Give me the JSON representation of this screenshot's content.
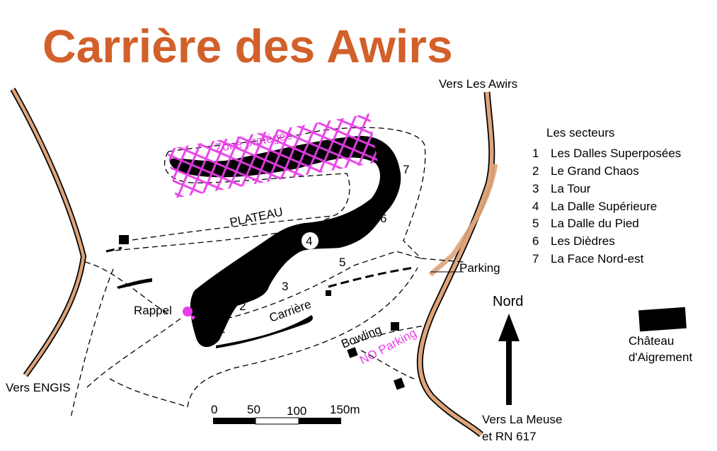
{
  "title": "Carrière des Awirs",
  "labels": {
    "vers_les_awirs": "Vers Les Awirs",
    "vers_engis": "Vers ENGIS",
    "vers_la_meuse_1": "Vers La Meuse",
    "vers_la_meuse_2": "et RN 617",
    "zone_protegee": "Zone protégée",
    "plateau": "PLATEAU",
    "rappel": "Rappel",
    "carriere": "Carrière",
    "parking": "Parking",
    "bowling": "Bowling",
    "no_parking": "NO Parking",
    "nord": "Nord",
    "chateau_1": "Château",
    "chateau_2": "d'Aigrement"
  },
  "sector_numbers": [
    "1",
    "2",
    "3",
    "4",
    "5",
    "6",
    "7"
  ],
  "legend": {
    "title": "Les secteurs",
    "items": [
      {
        "num": "1",
        "name": "Les Dalles Superposées"
      },
      {
        "num": "2",
        "name": "Le Grand Chaos"
      },
      {
        "num": "3",
        "name": "La Tour"
      },
      {
        "num": "4",
        "name": "La Dalle Supérieure"
      },
      {
        "num": "5",
        "name": "La Dalle du Pied"
      },
      {
        "num": "6",
        "name": "Les Dièdres"
      },
      {
        "num": "7",
        "name": "La Face Nord-est"
      }
    ]
  },
  "scale": {
    "ticks": [
      "0",
      "50",
      "100",
      "150m"
    ]
  },
  "colors": {
    "title": "#d2602a",
    "road": "#dea47a",
    "protected": "#e83ce8",
    "cliff": "#000000"
  }
}
